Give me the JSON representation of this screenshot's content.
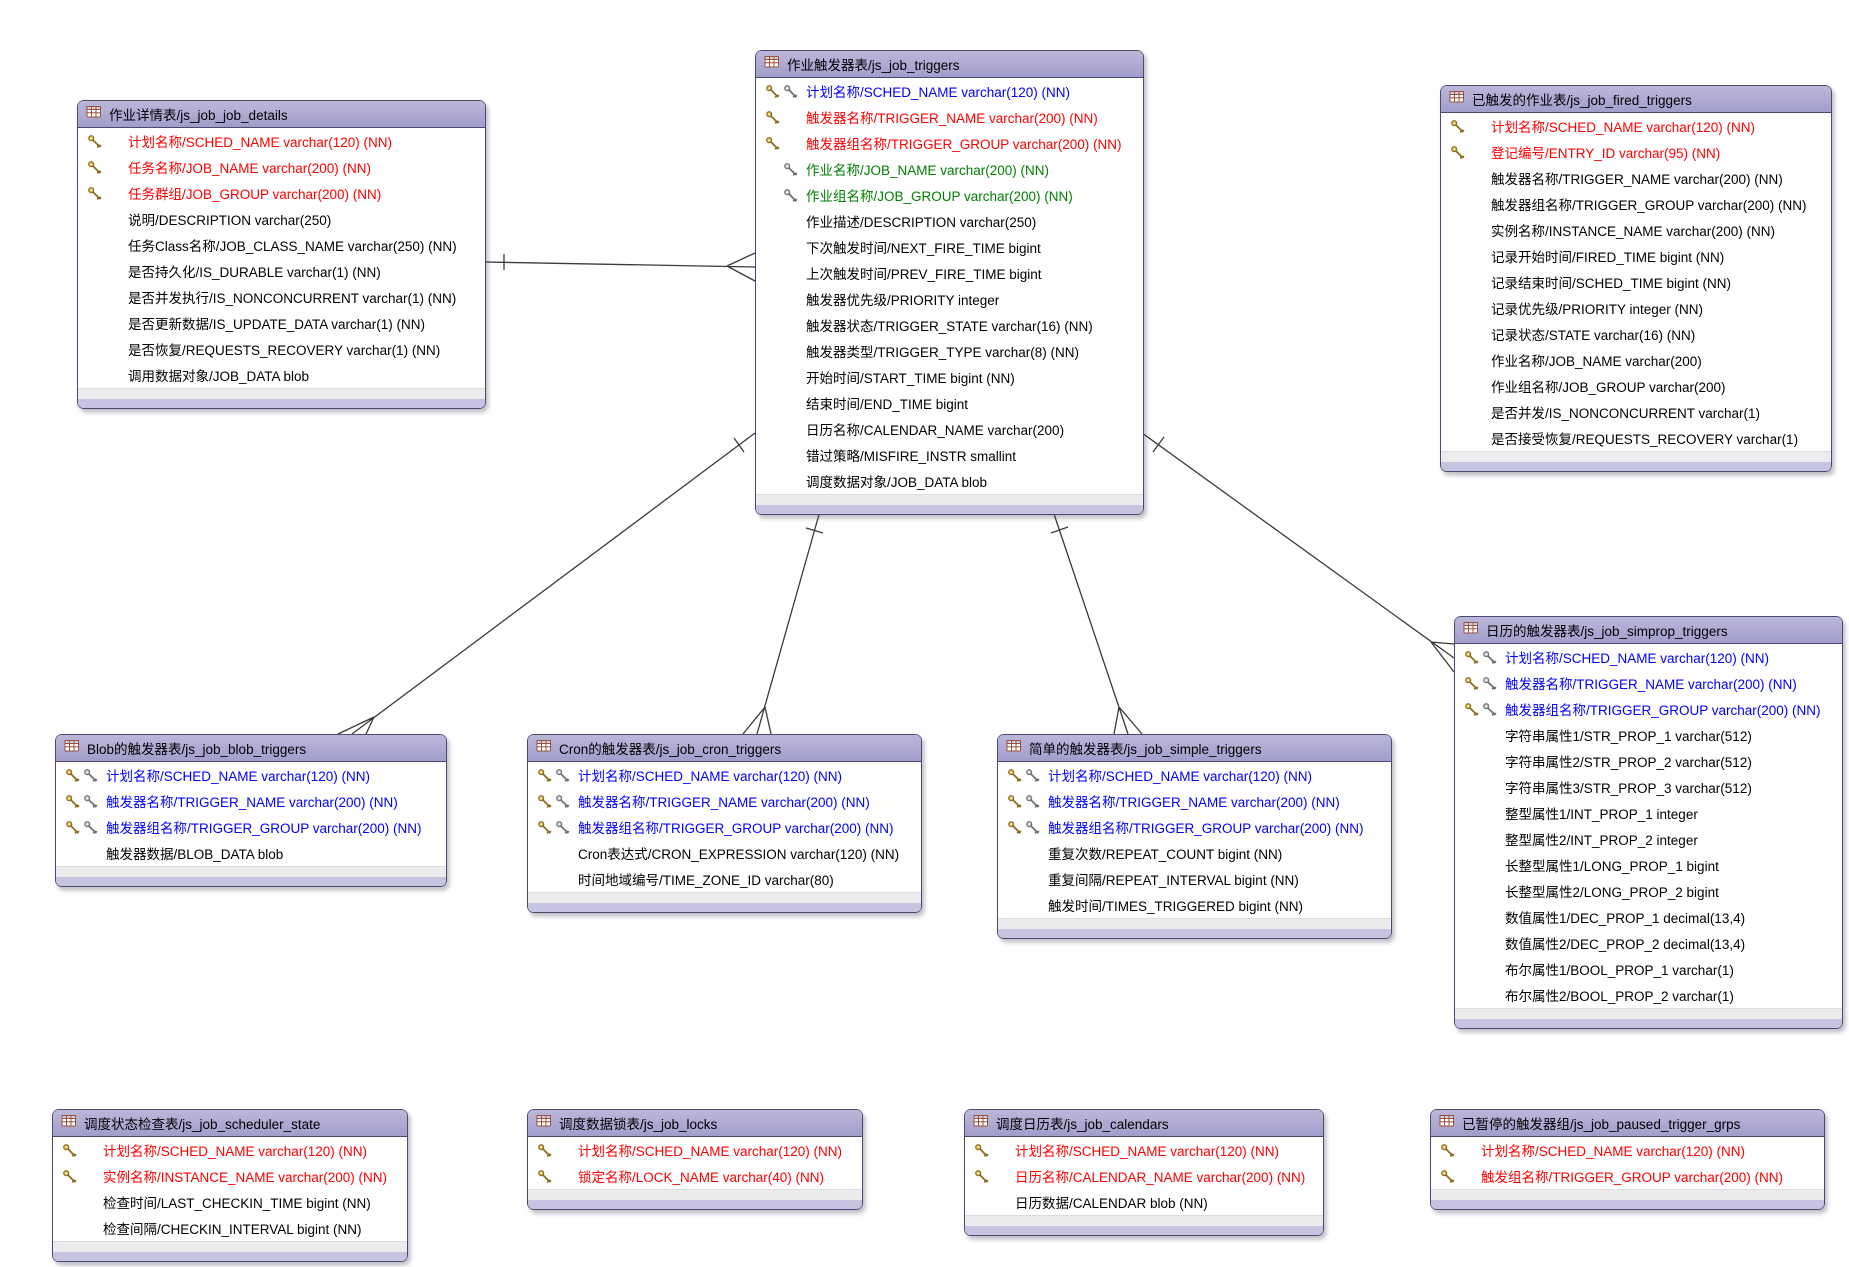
{
  "diagram": {
    "type": "entity-relationship",
    "colors": {
      "table_header": "#aba6d0",
      "table_border": "#4a4a70",
      "table_footer": "#c7c4e2",
      "line": "#3a3a3a",
      "field_pk": "#ff0000",
      "field_pk_fk": "#0000ff",
      "field_fk": "#008000",
      "field_plain": "#000000",
      "key_gold": "#d9b64a",
      "key_silver": "#c2c2c2"
    },
    "tables": [
      {
        "id": "job_details",
        "title": "作业详情表/js_job_job_details",
        "fields": [
          {
            "keys": [
              "pk"
            ],
            "color": "pk",
            "text": "计划名称/SCHED_NAME varchar(120) (NN)"
          },
          {
            "keys": [
              "pk"
            ],
            "color": "pk",
            "text": "任务名称/JOB_NAME varchar(200) (NN)"
          },
          {
            "keys": [
              "pk"
            ],
            "color": "pk",
            "text": "任务群组/JOB_GROUP varchar(200) (NN)"
          },
          {
            "keys": [],
            "color": "plain",
            "text": "说明/DESCRIPTION varchar(250)"
          },
          {
            "keys": [],
            "color": "plain",
            "text": "任务Class名称/JOB_CLASS_NAME varchar(250) (NN)"
          },
          {
            "keys": [],
            "color": "plain",
            "text": "是否持久化/IS_DURABLE varchar(1) (NN)"
          },
          {
            "keys": [],
            "color": "plain",
            "text": "是否并发执行/IS_NONCONCURRENT varchar(1) (NN)"
          },
          {
            "keys": [],
            "color": "plain",
            "text": "是否更新数据/IS_UPDATE_DATA varchar(1) (NN)"
          },
          {
            "keys": [],
            "color": "plain",
            "text": "是否恢复/REQUESTS_RECOVERY varchar(1) (NN)"
          },
          {
            "keys": [],
            "color": "plain",
            "text": "调用数据对象/JOB_DATA blob"
          }
        ]
      },
      {
        "id": "triggers",
        "title": "作业触发器表/js_job_triggers",
        "fields": [
          {
            "keys": [
              "pk",
              "fk"
            ],
            "color": "pk_fk",
            "text": "计划名称/SCHED_NAME varchar(120) (NN)"
          },
          {
            "keys": [
              "pk"
            ],
            "color": "pk",
            "text": "触发器名称/TRIGGER_NAME varchar(200) (NN)"
          },
          {
            "keys": [
              "pk"
            ],
            "color": "pk",
            "text": "触发器组名称/TRIGGER_GROUP varchar(200) (NN)"
          },
          {
            "keys": [
              "fk"
            ],
            "color": "fk",
            "text": "作业名称/JOB_NAME varchar(200) (NN)"
          },
          {
            "keys": [
              "fk"
            ],
            "color": "fk",
            "text": "作业组名称/JOB_GROUP varchar(200) (NN)"
          },
          {
            "keys": [],
            "color": "plain",
            "text": "作业描述/DESCRIPTION varchar(250)"
          },
          {
            "keys": [],
            "color": "plain",
            "text": "下次触发时间/NEXT_FIRE_TIME bigint"
          },
          {
            "keys": [],
            "color": "plain",
            "text": "上次触发时间/PREV_FIRE_TIME bigint"
          },
          {
            "keys": [],
            "color": "plain",
            "text": "触发器优先级/PRIORITY integer"
          },
          {
            "keys": [],
            "color": "plain",
            "text": "触发器状态/TRIGGER_STATE varchar(16) (NN)"
          },
          {
            "keys": [],
            "color": "plain",
            "text": "触发器类型/TRIGGER_TYPE varchar(8) (NN)"
          },
          {
            "keys": [],
            "color": "plain",
            "text": "开始时间/START_TIME bigint (NN)"
          },
          {
            "keys": [],
            "color": "plain",
            "text": "结束时间/END_TIME bigint"
          },
          {
            "keys": [],
            "color": "plain",
            "text": "日历名称/CALENDAR_NAME varchar(200)"
          },
          {
            "keys": [],
            "color": "plain",
            "text": "错过策略/MISFIRE_INSTR smallint"
          },
          {
            "keys": [],
            "color": "plain",
            "text": "调度数据对象/JOB_DATA blob"
          }
        ]
      },
      {
        "id": "fired_triggers",
        "title": "已触发的作业表/js_job_fired_triggers",
        "fields": [
          {
            "keys": [
              "pk"
            ],
            "color": "pk",
            "text": "计划名称/SCHED_NAME varchar(120) (NN)"
          },
          {
            "keys": [
              "pk"
            ],
            "color": "pk",
            "text": "登记编号/ENTRY_ID varchar(95) (NN)"
          },
          {
            "keys": [],
            "color": "plain",
            "text": "触发器名称/TRIGGER_NAME varchar(200) (NN)"
          },
          {
            "keys": [],
            "color": "plain",
            "text": "触发器组名称/TRIGGER_GROUP varchar(200) (NN)"
          },
          {
            "keys": [],
            "color": "plain",
            "text": "实例名称/INSTANCE_NAME varchar(200) (NN)"
          },
          {
            "keys": [],
            "color": "plain",
            "text": "记录开始时间/FIRED_TIME bigint (NN)"
          },
          {
            "keys": [],
            "color": "plain",
            "text": "记录结束时间/SCHED_TIME bigint (NN)"
          },
          {
            "keys": [],
            "color": "plain",
            "text": "记录优先级/PRIORITY integer (NN)"
          },
          {
            "keys": [],
            "color": "plain",
            "text": "记录状态/STATE varchar(16) (NN)"
          },
          {
            "keys": [],
            "color": "plain",
            "text": "作业名称/JOB_NAME varchar(200)"
          },
          {
            "keys": [],
            "color": "plain",
            "text": "作业组名称/JOB_GROUP varchar(200)"
          },
          {
            "keys": [],
            "color": "plain",
            "text": "是否并发/IS_NONCONCURRENT varchar(1)"
          },
          {
            "keys": [],
            "color": "plain",
            "text": "是否接受恢复/REQUESTS_RECOVERY varchar(1)"
          }
        ]
      },
      {
        "id": "blob_triggers",
        "title": "Blob的触发器表/js_job_blob_triggers",
        "fields": [
          {
            "keys": [
              "pk",
              "fk"
            ],
            "color": "pk_fk",
            "text": "计划名称/SCHED_NAME varchar(120) (NN)"
          },
          {
            "keys": [
              "pk",
              "fk"
            ],
            "color": "pk_fk",
            "text": "触发器名称/TRIGGER_NAME varchar(200) (NN)"
          },
          {
            "keys": [
              "pk",
              "fk"
            ],
            "color": "pk_fk",
            "text": "触发器组名称/TRIGGER_GROUP varchar(200) (NN)"
          },
          {
            "keys": [],
            "color": "plain",
            "text": "触发器数据/BLOB_DATA blob"
          }
        ]
      },
      {
        "id": "cron_triggers",
        "title": "Cron的触发器表/js_job_cron_triggers",
        "fields": [
          {
            "keys": [
              "pk",
              "fk"
            ],
            "color": "pk_fk",
            "text": "计划名称/SCHED_NAME varchar(120) (NN)"
          },
          {
            "keys": [
              "pk",
              "fk"
            ],
            "color": "pk_fk",
            "text": "触发器名称/TRIGGER_NAME varchar(200) (NN)"
          },
          {
            "keys": [
              "pk",
              "fk"
            ],
            "color": "pk_fk",
            "text": "触发器组名称/TRIGGER_GROUP varchar(200) (NN)"
          },
          {
            "keys": [],
            "color": "plain",
            "text": "Cron表达式/CRON_EXPRESSION varchar(120) (NN)"
          },
          {
            "keys": [],
            "color": "plain",
            "text": "时间地域编号/TIME_ZONE_ID varchar(80)"
          }
        ]
      },
      {
        "id": "simple_triggers",
        "title": "简单的触发器表/js_job_simple_triggers",
        "fields": [
          {
            "keys": [
              "pk",
              "fk"
            ],
            "color": "pk_fk",
            "text": "计划名称/SCHED_NAME varchar(120) (NN)"
          },
          {
            "keys": [
              "pk",
              "fk"
            ],
            "color": "pk_fk",
            "text": "触发器名称/TRIGGER_NAME varchar(200) (NN)"
          },
          {
            "keys": [
              "pk",
              "fk"
            ],
            "color": "pk_fk",
            "text": "触发器组名称/TRIGGER_GROUP varchar(200) (NN)"
          },
          {
            "keys": [],
            "color": "plain",
            "text": "重复次数/REPEAT_COUNT bigint (NN)"
          },
          {
            "keys": [],
            "color": "plain",
            "text": "重复间隔/REPEAT_INTERVAL bigint (NN)"
          },
          {
            "keys": [],
            "color": "plain",
            "text": "触发时间/TIMES_TRIGGERED bigint (NN)"
          }
        ]
      },
      {
        "id": "simprop_triggers",
        "title": "日历的触发器表/js_job_simprop_triggers",
        "fields": [
          {
            "keys": [
              "pk",
              "fk"
            ],
            "color": "pk_fk",
            "text": "计划名称/SCHED_NAME varchar(120) (NN)"
          },
          {
            "keys": [
              "pk",
              "fk"
            ],
            "color": "pk_fk",
            "text": "触发器名称/TRIGGER_NAME varchar(200) (NN)"
          },
          {
            "keys": [
              "pk",
              "fk"
            ],
            "color": "pk_fk",
            "text": "触发器组名称/TRIGGER_GROUP varchar(200) (NN)"
          },
          {
            "keys": [],
            "color": "plain",
            "text": "字符串属性1/STR_PROP_1 varchar(512)"
          },
          {
            "keys": [],
            "color": "plain",
            "text": "字符串属性2/STR_PROP_2 varchar(512)"
          },
          {
            "keys": [],
            "color": "plain",
            "text": "字符串属性3/STR_PROP_3 varchar(512)"
          },
          {
            "keys": [],
            "color": "plain",
            "text": "整型属性1/INT_PROP_1 integer"
          },
          {
            "keys": [],
            "color": "plain",
            "text": "整型属性2/INT_PROP_2 integer"
          },
          {
            "keys": [],
            "color": "plain",
            "text": "长整型属性1/LONG_PROP_1 bigint"
          },
          {
            "keys": [],
            "color": "plain",
            "text": "长整型属性2/LONG_PROP_2 bigint"
          },
          {
            "keys": [],
            "color": "plain",
            "text": "数值属性1/DEC_PROP_1 decimal(13,4)"
          },
          {
            "keys": [],
            "color": "plain",
            "text": "数值属性2/DEC_PROP_2 decimal(13,4)"
          },
          {
            "keys": [],
            "color": "plain",
            "text": "布尔属性1/BOOL_PROP_1 varchar(1)"
          },
          {
            "keys": [],
            "color": "plain",
            "text": "布尔属性2/BOOL_PROP_2 varchar(1)"
          }
        ]
      },
      {
        "id": "scheduler_state",
        "title": "调度状态检查表/js_job_scheduler_state",
        "fields": [
          {
            "keys": [
              "pk"
            ],
            "color": "pk",
            "text": "计划名称/SCHED_NAME varchar(120) (NN)"
          },
          {
            "keys": [
              "pk"
            ],
            "color": "pk",
            "text": "实例名称/INSTANCE_NAME varchar(200) (NN)"
          },
          {
            "keys": [],
            "color": "plain",
            "text": "检查时间/LAST_CHECKIN_TIME bigint (NN)"
          },
          {
            "keys": [],
            "color": "plain",
            "text": "检查间隔/CHECKIN_INTERVAL bigint (NN)"
          }
        ]
      },
      {
        "id": "locks",
        "title": "调度数据锁表/js_job_locks",
        "fields": [
          {
            "keys": [
              "pk"
            ],
            "color": "pk",
            "text": "计划名称/SCHED_NAME varchar(120) (NN)"
          },
          {
            "keys": [
              "pk"
            ],
            "color": "pk",
            "text": "锁定名称/LOCK_NAME varchar(40) (NN)"
          }
        ]
      },
      {
        "id": "calendars",
        "title": "调度日历表/js_job_calendars",
        "fields": [
          {
            "keys": [
              "pk"
            ],
            "color": "pk",
            "text": "计划名称/SCHED_NAME varchar(120) (NN)"
          },
          {
            "keys": [
              "pk"
            ],
            "color": "pk",
            "text": "日历名称/CALENDAR_NAME varchar(200) (NN)"
          },
          {
            "keys": [],
            "color": "plain",
            "text": "日历数据/CALENDAR blob (NN)"
          }
        ]
      },
      {
        "id": "paused_trigger_grps",
        "title": "已暂停的触发器组/js_job_paused_trigger_grps",
        "fields": [
          {
            "keys": [
              "pk"
            ],
            "color": "pk",
            "text": "计划名称/SCHED_NAME varchar(120) (NN)"
          },
          {
            "keys": [
              "pk"
            ],
            "color": "pk",
            "text": "触发组名称/TRIGGER_GROUP varchar(200) (NN)"
          }
        ]
      }
    ],
    "relationships": [
      {
        "from": "job_details",
        "to": "triggers",
        "cardinality": "1:N"
      },
      {
        "from": "triggers",
        "to": "blob_triggers",
        "cardinality": "1:N"
      },
      {
        "from": "triggers",
        "to": "cron_triggers",
        "cardinality": "1:N"
      },
      {
        "from": "triggers",
        "to": "simple_triggers",
        "cardinality": "1:N"
      },
      {
        "from": "triggers",
        "to": "simprop_triggers",
        "cardinality": "1:N"
      }
    ]
  }
}
